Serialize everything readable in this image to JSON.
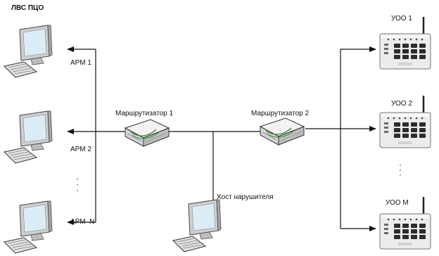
{
  "network_label": "ЛВС ПЦО",
  "workstations": [
    {
      "label": "АРМ 1"
    },
    {
      "label": "АРМ 2"
    },
    {
      "label": "АРМ  N"
    }
  ],
  "routers": [
    {
      "label": "Маршрутизатор 1"
    },
    {
      "label": "Маршрутизатор 2"
    }
  ],
  "intruder": {
    "label": "Хост нарушителя"
  },
  "devices": [
    {
      "label": "УОО 1"
    },
    {
      "label": "УОО 2"
    },
    {
      "label": "УОО М"
    }
  ],
  "ellipsis": "·",
  "colors": {
    "line": "#111111",
    "case": "#e6e6e6",
    "screen": "#d9ecf7",
    "accent": "#2e8b2e"
  }
}
